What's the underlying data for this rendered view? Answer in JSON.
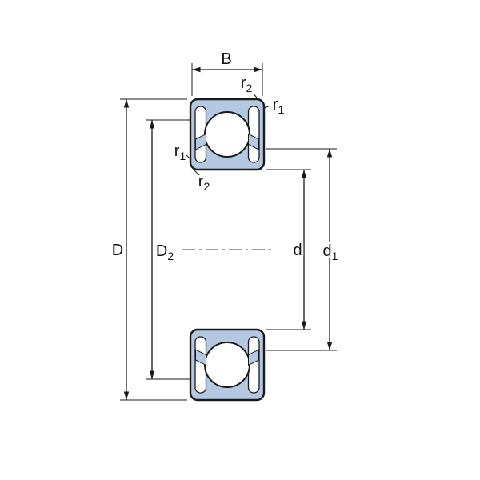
{
  "diagram": {
    "type": "ball-bearing-cross-section-dimension-drawing",
    "colors": {
      "section_fill": "#b5c8e2",
      "outline": "#1a1a1a",
      "dimension_lines": "#1a1a1a",
      "centerline": "#3a3a3a",
      "background": "#ffffff"
    },
    "labels": {
      "B": {
        "base": "B",
        "sub": ""
      },
      "D": {
        "base": "D",
        "sub": ""
      },
      "D2": {
        "base": "D",
        "sub": "2"
      },
      "d": {
        "base": "d",
        "sub": ""
      },
      "d1": {
        "base": "d",
        "sub": "1"
      },
      "r1": {
        "base": "r",
        "sub": "1"
      },
      "r2": {
        "base": "r",
        "sub": "2"
      }
    }
  }
}
